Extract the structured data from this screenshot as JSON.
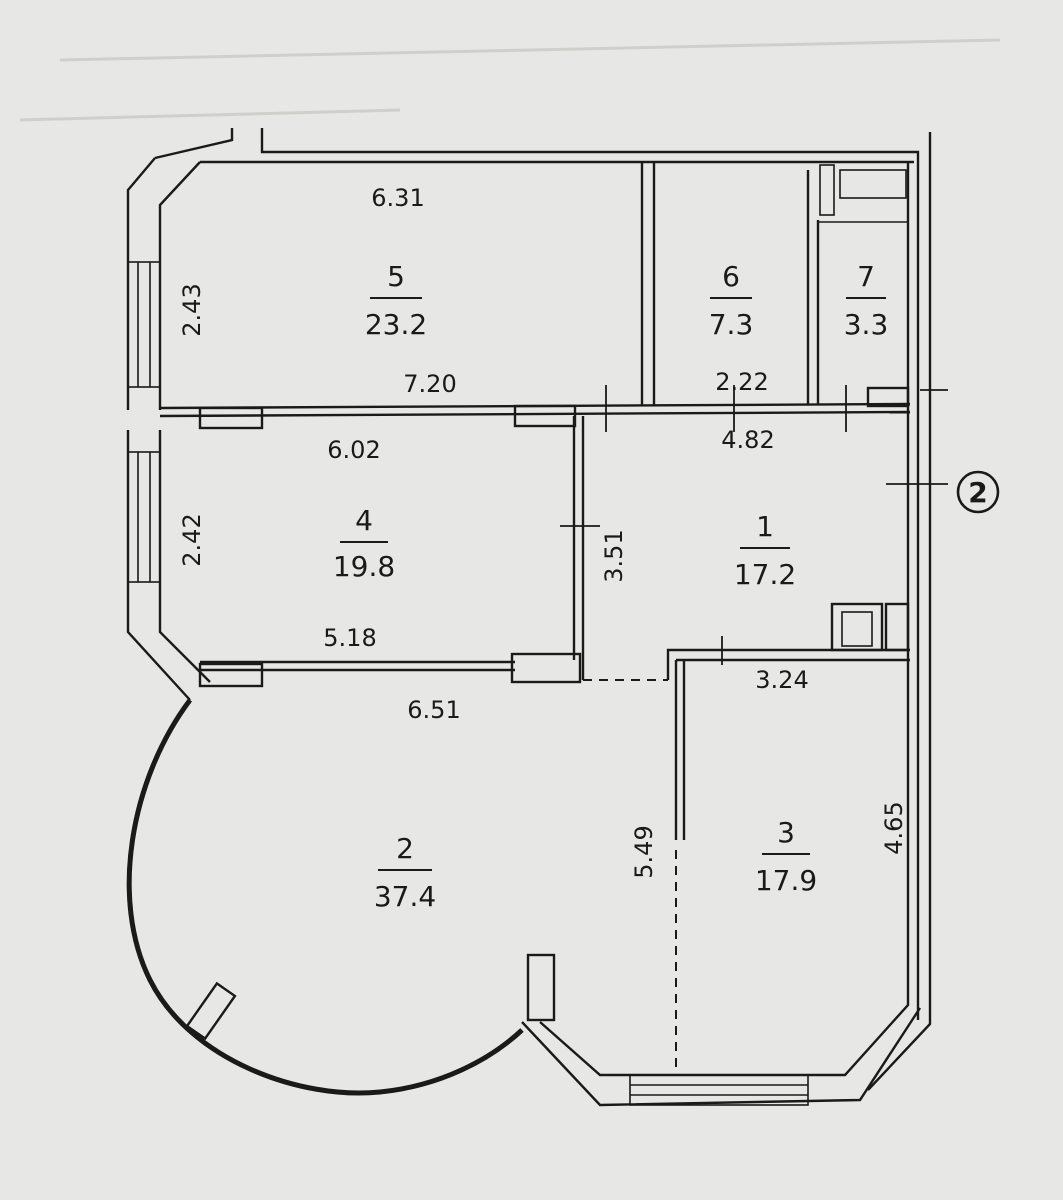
{
  "rooms": [
    {
      "number": "1",
      "area": "17.2"
    },
    {
      "number": "2",
      "area": "37.4"
    },
    {
      "number": "3",
      "area": "17.9"
    },
    {
      "number": "4",
      "area": "19.8"
    },
    {
      "number": "5",
      "area": "23.2"
    },
    {
      "number": "6",
      "area": "7.3"
    },
    {
      "number": "7",
      "area": "3.3"
    }
  ],
  "dimensions": {
    "room5_top": "6.31",
    "room5_left": "2.43",
    "room5_bottom": "7.20",
    "room6_bottom": "2.22",
    "room1_top": "4.82",
    "room4_top": "6.02",
    "room4_left": "2.42",
    "room4_right": "3.51",
    "room4_bottom": "5.18",
    "room2_top": "6.51",
    "room2_right": "5.49",
    "room3_top": "3.24",
    "room3_right": "4.65"
  },
  "axis_marker": "2"
}
